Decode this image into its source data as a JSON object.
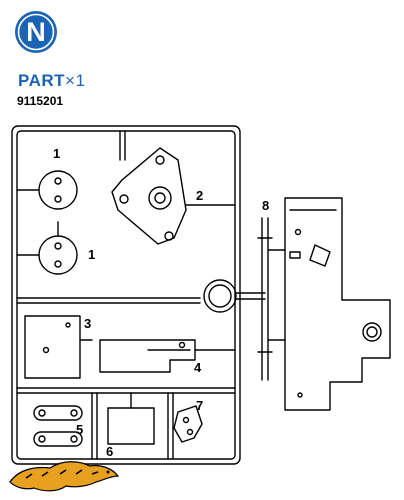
{
  "header": {
    "letter": "N",
    "part_word": "PART",
    "multiplier": "×1",
    "part_number": "9115201"
  },
  "parts": [
    {
      "num": "1"
    },
    {
      "num": "1"
    },
    {
      "num": "2"
    },
    {
      "num": "3"
    },
    {
      "num": "4"
    },
    {
      "num": "5"
    },
    {
      "num": "6"
    },
    {
      "num": "7"
    },
    {
      "num": "8"
    }
  ],
  "colors": {
    "badge_blue": "#1a63b5",
    "line": "#000000",
    "logo_orange": "#e8a020"
  },
  "icons": {
    "logo": "tamiya-leaping-tiger-logo"
  }
}
